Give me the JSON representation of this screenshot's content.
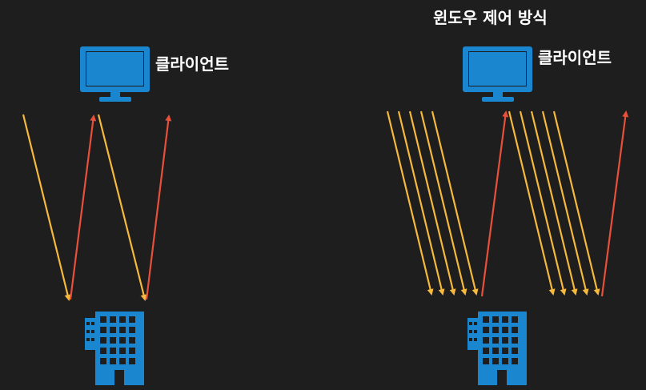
{
  "title": "윈도우 제어 방식",
  "left_panel": {
    "client_label": "클라이언트"
  },
  "right_panel": {
    "client_label": "클라이언트"
  },
  "colors": {
    "background": "#1e1e1e",
    "request_arrow": "#f6b93b",
    "response_arrow": "#e8503a",
    "icon": "#1a86d0"
  },
  "icons": {
    "client": "monitor-icon",
    "server": "building-icon"
  },
  "left_panel_counts": {
    "requests_per_round": 1,
    "responses_per_round": 1,
    "rounds": 2
  },
  "right_panel_counts": {
    "requests_per_round": 5,
    "responses_per_round": 1,
    "rounds": 2
  }
}
